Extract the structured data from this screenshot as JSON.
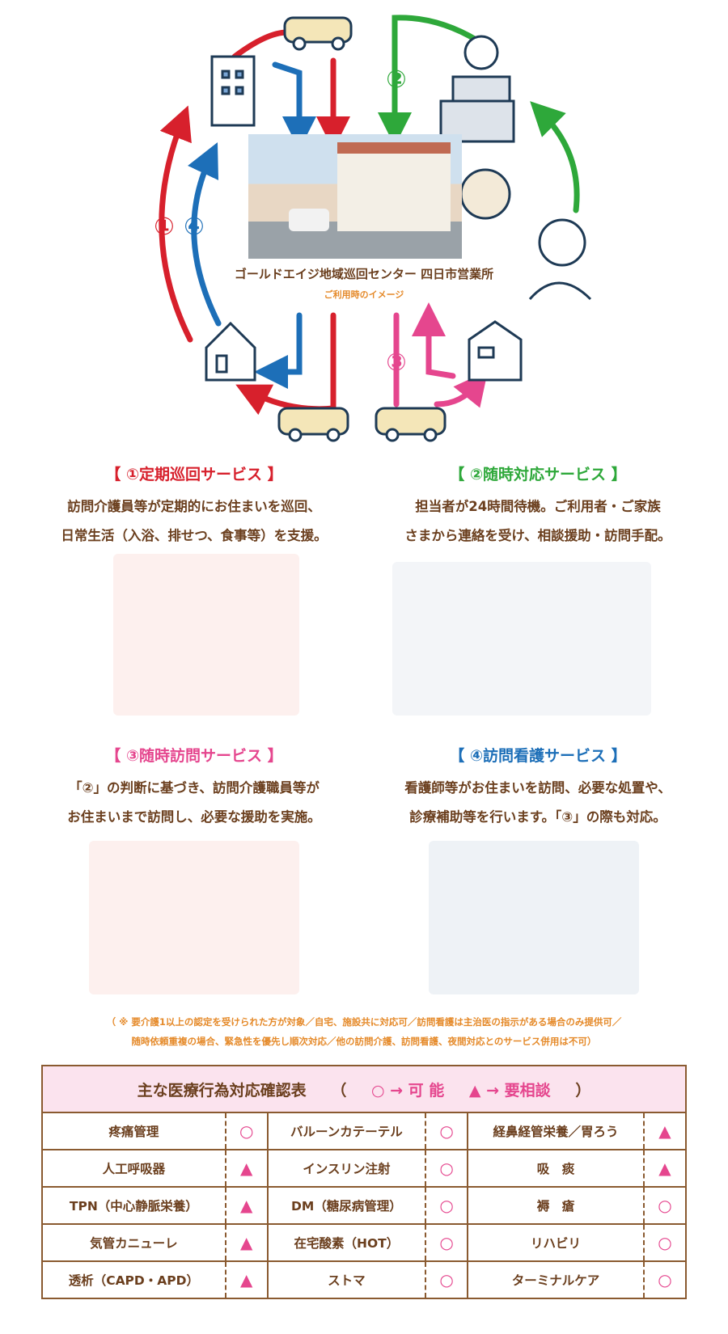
{
  "diagram": {
    "markers": [
      "①",
      "④",
      "②",
      "③"
    ],
    "office_name": "ゴールドエイジ地域巡回センター 四日市営業所",
    "image_caption": "ご利用時のイメージ"
  },
  "colors": {
    "service1": "#d7202c",
    "service2": "#2ea83a",
    "service3": "#e5468e",
    "service4": "#1d6fb8",
    "text": "#6b3f1e",
    "note": "#e58a2a"
  },
  "services": [
    {
      "title": "【 ①定期巡回サービス 】",
      "lines": [
        "訪問介護員等が定期的にお住まいを巡回、",
        "日常生活（入浴、排せつ、食事等）を支援。"
      ]
    },
    {
      "title": "【 ②随時対応サービス 】",
      "lines": [
        "担当者が24時間待機。ご利用者・ご家族",
        "さまから連絡を受け、相談援助・訪問手配。"
      ]
    },
    {
      "title": "【 ③随時訪問サービス 】",
      "lines": [
        "「②」の判断に基づき、訪問介護職員等が",
        "お住まいまで訪問し、必要な援助を実施。"
      ]
    },
    {
      "title": "【 ④訪問看護サービス 】",
      "lines": [
        "看護師等がお住まいを訪問、必要な処置や、",
        "診療補助等を行います。「③」の際も対応。"
      ]
    }
  ],
  "note": [
    "（ ※ 要介護1以上の認定を受けられた方が対象／自宅、施設共に対応可／訪問看護は主治医の指示がある場合のみ提供可／",
    "随時依頼重複の場合、緊急性を優先し順次対応／他の訪問介護、訪問看護、夜間対応とのサービス併用は不可）"
  ],
  "table": {
    "title": "主な医療行為対応確認表",
    "open": "（",
    "legend_possible": "○ → 可 能",
    "legend_consult": "▲ → 要相談",
    "close": "）",
    "rows": [
      [
        [
          "疼痛管理",
          "○"
        ],
        [
          "バルーンカテーテル",
          "○"
        ],
        [
          "経鼻経管栄養／胃ろう",
          "▲"
        ]
      ],
      [
        [
          "人工呼吸器",
          "▲"
        ],
        [
          "インスリン注射",
          "○"
        ],
        [
          "吸　痰",
          "▲"
        ]
      ],
      [
        [
          "TPN（中心静脈栄養）",
          "▲"
        ],
        [
          "DM（糖尿病管理）",
          "○"
        ],
        [
          "褥　瘡",
          "○"
        ]
      ],
      [
        [
          "気管カニューレ",
          "▲"
        ],
        [
          "在宅酸素（HOT）",
          "○"
        ],
        [
          "リハビリ",
          "○"
        ]
      ],
      [
        [
          "透析（CAPD・APD）",
          "▲"
        ],
        [
          "ストマ",
          "○"
        ],
        [
          "ターミナルケア",
          "○"
        ]
      ]
    ]
  }
}
